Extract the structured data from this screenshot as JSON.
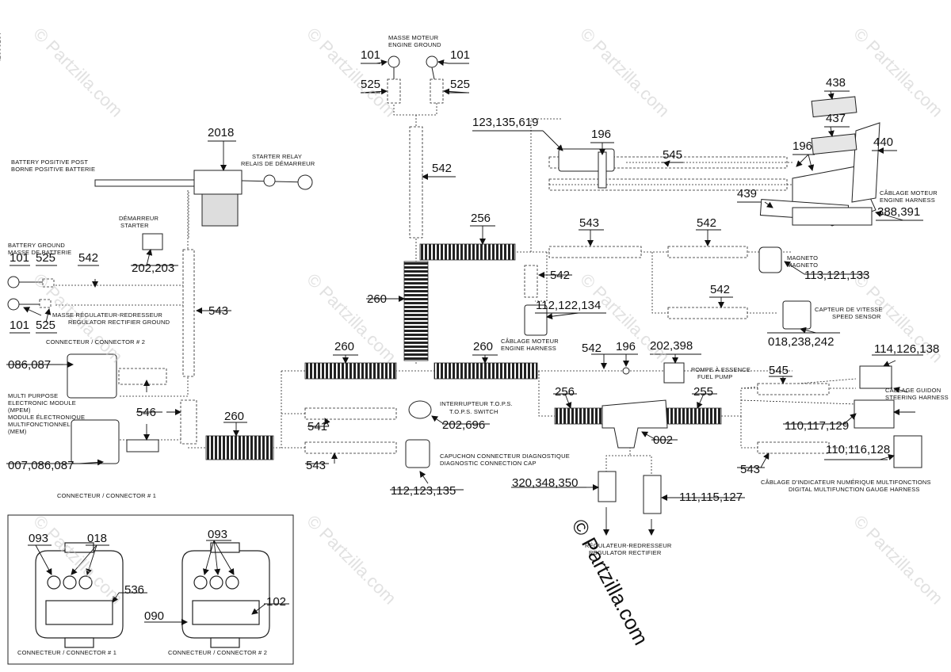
{
  "document_id": "1350607b",
  "watermark": "© Partzilla.com",
  "labels": {
    "masse_moteur": [
      "MASSE MOTEUR",
      "ENGINE GROUND"
    ],
    "battery_positive": [
      "BATTERY POSITIVE POST",
      "BORNE POSITIVE BATTERIE"
    ],
    "starter_relay": [
      "STARTER RELAY",
      "RELAIS DE DÉMARREUR"
    ],
    "demarreur": [
      "DÉMARREUR",
      "STARTER"
    ],
    "battery_ground": [
      "BATTERY GROUND",
      "MASSE DE BATTERIE"
    ],
    "regulator_ground": [
      "MASSE RÉGULATEUR-REDRESSEUR",
      "REGULATOR RECTIFIER GROUND"
    ],
    "connector2_top": "CONNECTEUR / CONNECTOR # 2",
    "mpem": [
      "MULTI PURPOSE",
      "ELECTRONIC MODULE",
      "(MPEM)",
      "MODULE ÉLECTRONIQUE",
      "MULTIFONCTIONNEL",
      "(MEM)"
    ],
    "connector1_bottom": "CONNECTEUR / CONNECTOR # 1",
    "engine_harness_right": [
      "CÂBLAGE MOTEUR",
      "ENGINE HARNESS"
    ],
    "engine_harness_mid": [
      "CÂBLAGE MOTEUR",
      "ENGINE HARNESS"
    ],
    "magneto": [
      "MAGNETO",
      "MAGNETO"
    ],
    "speed_sensor": [
      "CAPTEUR DE VITESSE",
      "SPEED SENSOR"
    ],
    "fuel_pump": [
      "POMPE À ESSENCE",
      "FUEL PUMP"
    ],
    "tops": [
      "INTERRUPTEUR T.O.P.S.",
      "T.O.P.S. SWITCH"
    ],
    "diag_cap": [
      "CAPUCHON CONNECTEUR DIAGNOSTIQUE",
      "DIAGNOSTIC CONNECTION CAP"
    ],
    "steering": [
      "CÂBLAGE GUIDON",
      "STEERING HARNESS"
    ],
    "gauge": [
      "CÂBLAGE D'INDICATEUR NUMÉRIQUE MULTIFONCTIONS",
      "DIGITAL MULTIFUNCTION GAUGE HARNESS"
    ],
    "regulator": [
      "RÉGULATEUR-REDRESSEUR",
      "REGULATOR RECTIFIER"
    ],
    "inset_conn1": "CONNECTEUR / CONNECTOR # 1",
    "inset_conn2": "CONNECTEUR / CONNECTOR # 2"
  },
  "callouts": {
    "c101_a": "101",
    "c101_b": "101",
    "c525_a": "525",
    "c525_b": "525",
    "c542_top": "542",
    "c2018": "2018",
    "c123": "123,135,619",
    "c196_a": "196",
    "c545_a": "545",
    "c438": "438",
    "c437": "437",
    "c440": "440",
    "c196_b": "196",
    "c439": "439",
    "c388": "388,391",
    "c202_203": "202,203",
    "c101_c": "101",
    "c525_c": "525",
    "c542_l": "542",
    "c101_d": "101",
    "c525_d": "525",
    "c543_l": "543",
    "c256_a": "256",
    "c543_m": "543",
    "c542_m": "542",
    "c542_v": "542",
    "c113": "113,121,133",
    "c260_v": "260",
    "c112_a": "112,122,134",
    "c542_s": "542",
    "c018": "018,238,242",
    "c086": "086,087",
    "c260_a": "260",
    "c260_b": "260",
    "c542_f": "542",
    "c196_c": "196",
    "c202_398": "202,398",
    "c546": "546",
    "c260_c": "260",
    "c541": "541",
    "c202_696": "202,696",
    "c256_b": "256",
    "c255": "255",
    "c114": "114,126,138",
    "c545_b": "545",
    "c110_117": "110,117,129",
    "c002": "002",
    "c007": "007,086,087",
    "c543_d": "543",
    "c112_b": "112,123,135",
    "c320": "320,348,350",
    "c111": "111,115,127",
    "c543_r": "543",
    "c110_116": "110,116,128",
    "c093_a": "093",
    "c018_b": "018",
    "c536": "536",
    "c093_b": "093",
    "c090": "090",
    "c102": "102"
  }
}
